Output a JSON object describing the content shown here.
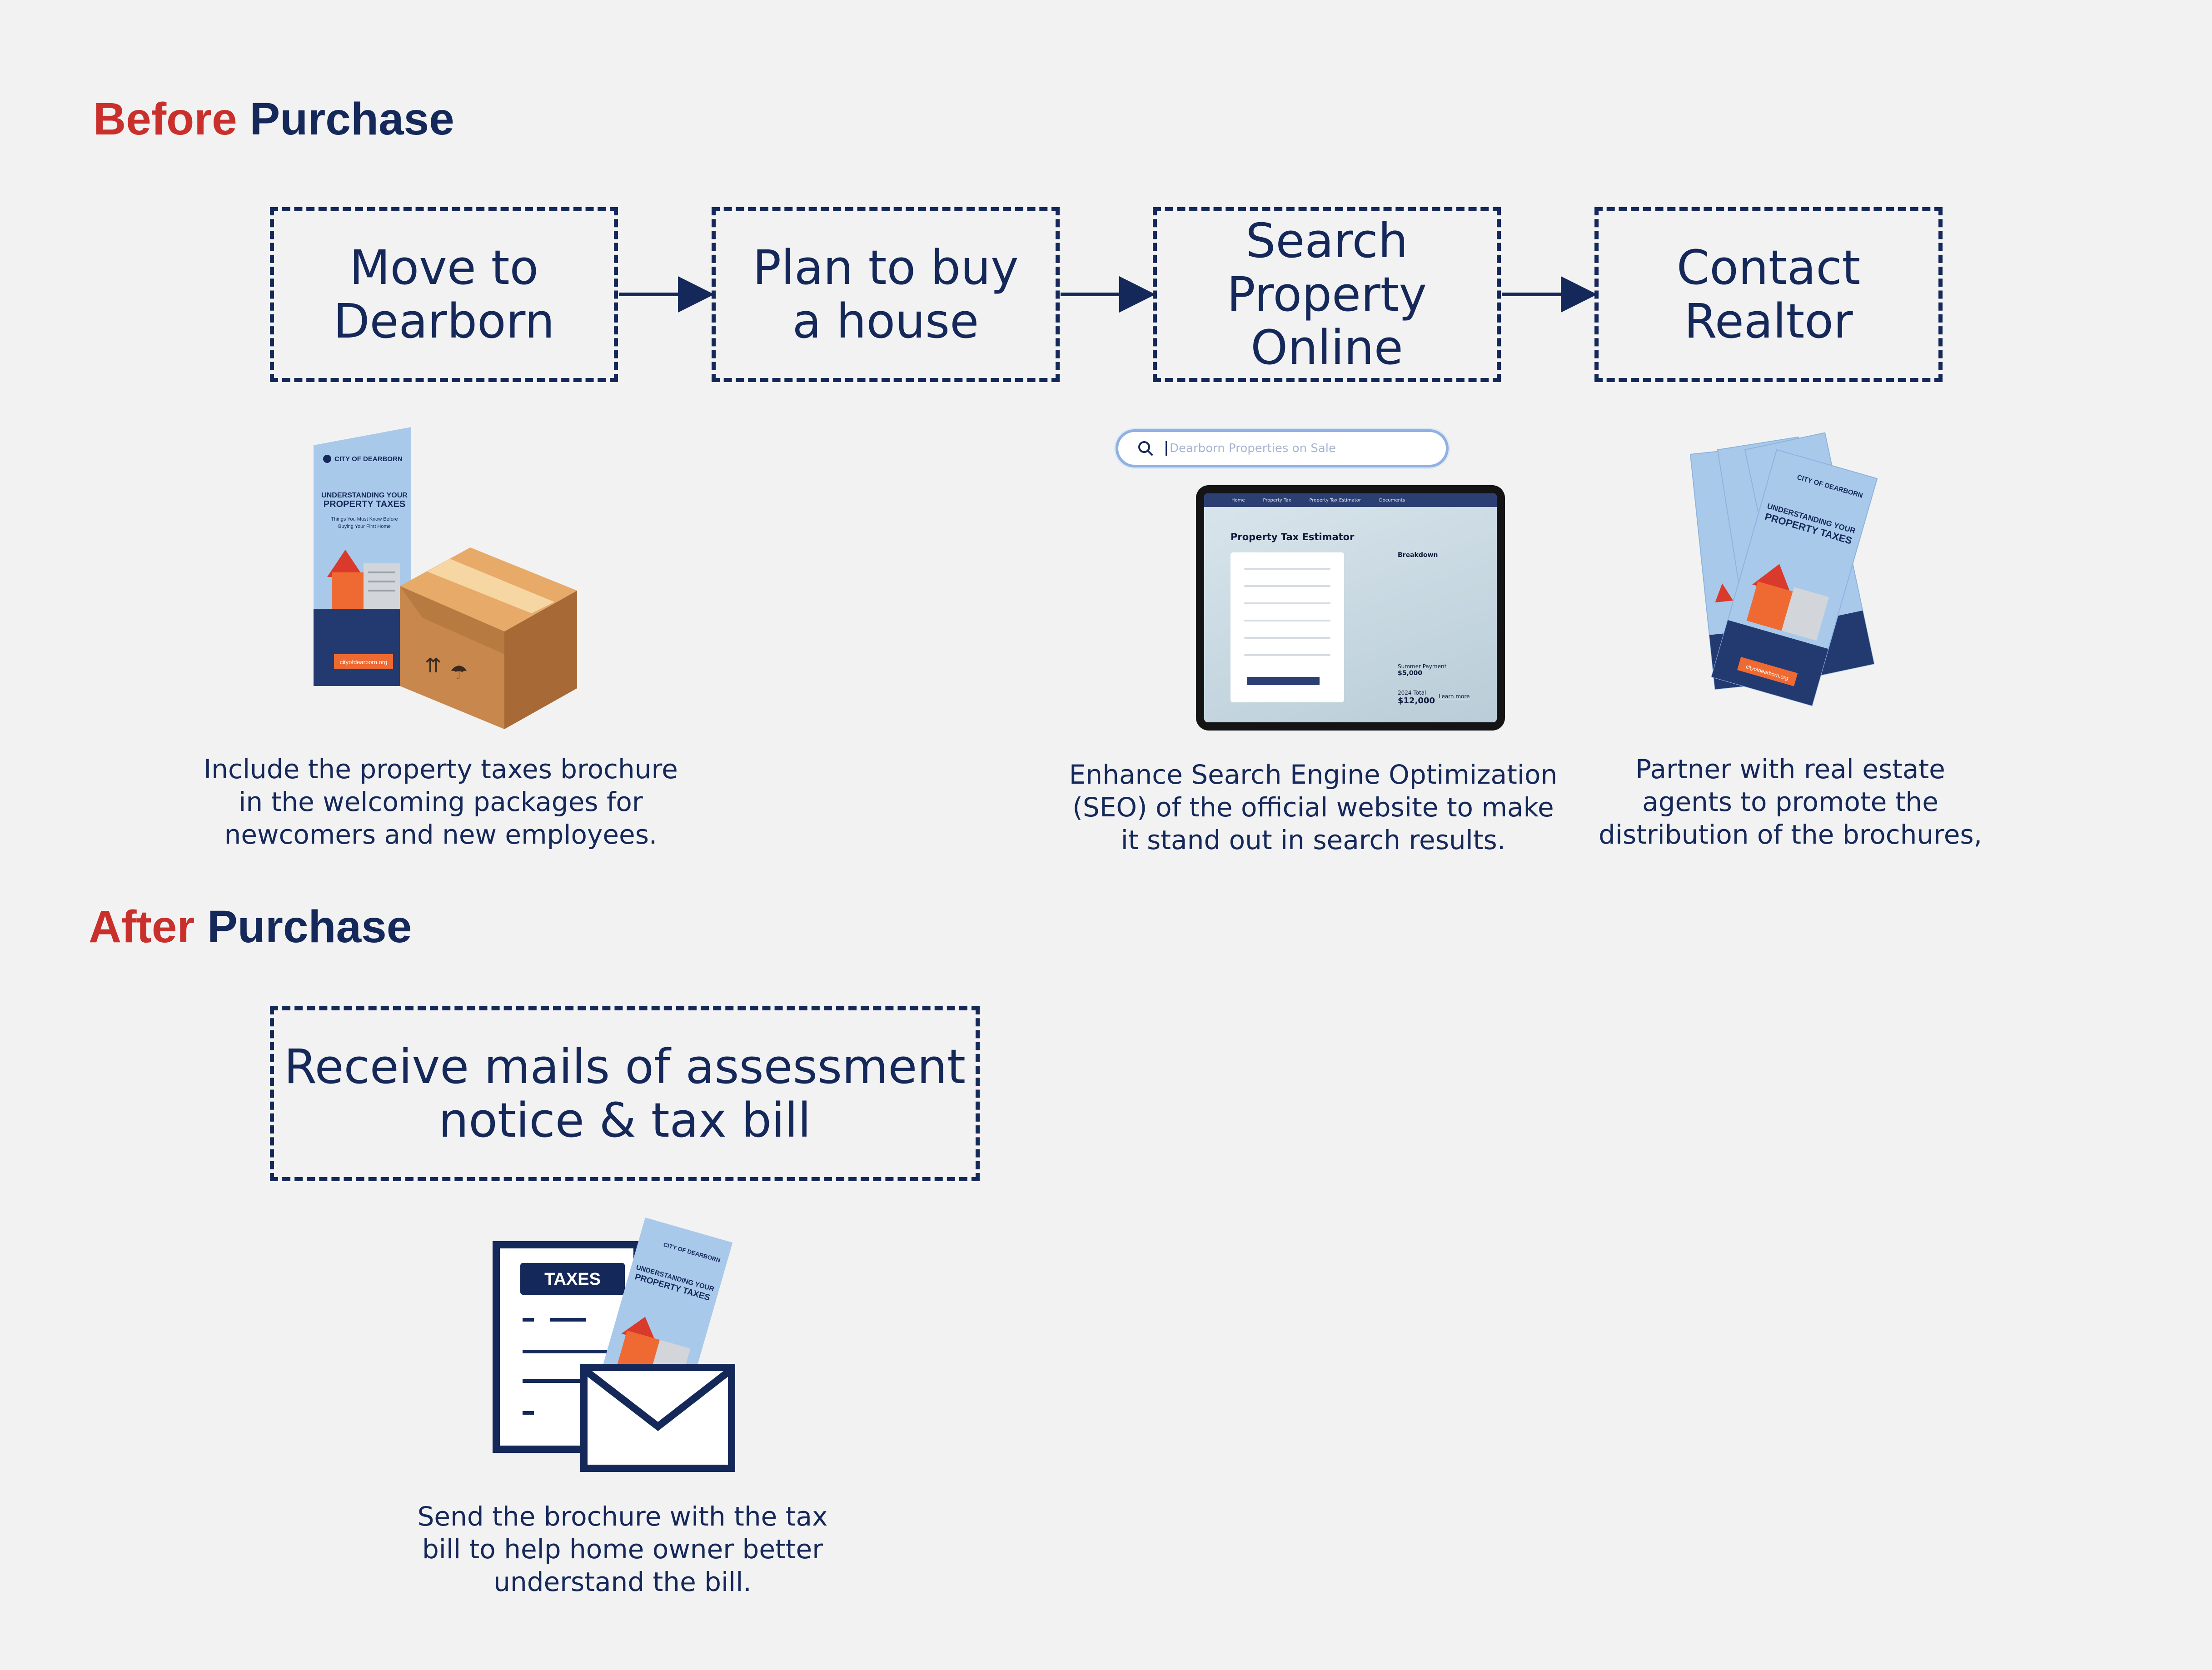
{
  "sections": {
    "before": {
      "accent": "Before",
      "rest": "Purchase"
    },
    "after": {
      "accent": "After",
      "rest": "Purchase"
    }
  },
  "steps": {
    "move": "Move to\nDearborn",
    "plan": "Plan to buy\na house",
    "search": "Search\nProperty Online",
    "contact": "Contact\nRealtor",
    "receive": "Receive mails of assessment\nnotice & tax bill"
  },
  "captions": {
    "move": "Include the property taxes brochure\nin the welcoming packages for\nnewcomers and new employees.",
    "search": "Enhance Search Engine Optimization\n(SEO) of the official website to make\nit stand out in search results.",
    "contact": "Partner with real estate\nagents to promote the\ndistribution of the brochures,",
    "receive": "Send the brochure with the tax\nbill to help home owner better\nunderstand the bill."
  },
  "brochure": {
    "org": "CITY OF DEARBORN",
    "title": "UNDERSTANDING YOUR PROPERTY TAXES",
    "subtitle": "Things You Must Know Before Buying Your First Home",
    "url": "cityofdearborn.org"
  },
  "search": {
    "placeholder": "Dearborn Properties on Sale"
  },
  "tablet": {
    "nav": [
      "Home",
      "Property Tax",
      "Property Tax Estimator",
      "Documents"
    ],
    "title": "Property Tax Estimator",
    "breakdown": "Breakdown",
    "summer_label": "Summer Payment",
    "summer_value": "$5,000",
    "total_label": "2024 Total",
    "total_value": "$12,000",
    "learn_more": "Learn more"
  },
  "taxes_form": {
    "label": "TAXES"
  },
  "colors": {
    "navy": "#15285a",
    "red": "#c9302c",
    "brochure_blue": "#a9c9ea",
    "orange": "#ef6a32",
    "background": "#f3f2f2"
  }
}
